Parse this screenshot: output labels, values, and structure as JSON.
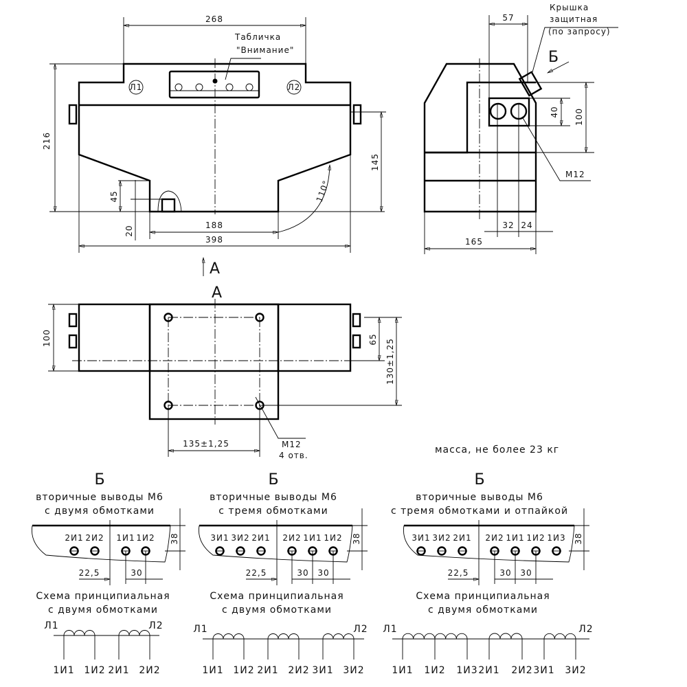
{
  "front_view": {
    "dim_width_top": "268",
    "dim_height": "216",
    "dim_145": "145",
    "dim_45": "45",
    "dim_20": "20",
    "dim_188": "188",
    "dim_398": "398",
    "angle": "110°",
    "plate_label_1": "Табличка",
    "plate_label_2": "\"Внимание\"",
    "terminal_l1": "Л1",
    "terminal_l2": "Л2",
    "view_arrow": "А"
  },
  "side_view": {
    "cover_label_1": "Крышка",
    "cover_label_2": "защитная",
    "cover_label_3": "(по запросу)",
    "view_b": "Б",
    "dim_57": "57",
    "dim_40": "40",
    "dim_100": "100",
    "thread": "М12",
    "dim_32": "32",
    "dim_24": "24",
    "dim_165": "165"
  },
  "top_view": {
    "title": "А",
    "dim_100": "100",
    "dim_65": "65",
    "dim_130": "130±1,25",
    "dim_135": "135±1,25",
    "thread": "М12",
    "holes": "4 отв."
  },
  "mass": "масса, не более 23 кг",
  "variants": [
    {
      "view": "Б",
      "title_1": "вторичные выводы М6",
      "title_2": "с двумя обмотками",
      "left_terminals": [
        "2И1",
        "2И2"
      ],
      "right_terminals": [
        "1И1",
        "1И2"
      ],
      "dim_38": "38",
      "dim_22": "22,5",
      "dim_30a": "30",
      "scheme_1": "Схема принципиальная",
      "scheme_2": "с двумя обмотками",
      "l1": "Л1",
      "l2": "Л2",
      "outputs": [
        "1И1",
        "1И2",
        "2И1",
        "2И2"
      ]
    },
    {
      "view": "Б",
      "title_1": "вторичные выводы М6",
      "title_2": "с тремя обмотками",
      "left_terminals": [
        "3И1",
        "3И2",
        "2И1"
      ],
      "right_terminals": [
        "2И2",
        "1И1",
        "1И2"
      ],
      "dim_38": "38",
      "dim_22": "22,5",
      "dim_30a": "30",
      "dim_30b": "30",
      "scheme_1": "Схема принципиальная",
      "scheme_2": "с двумя обмотками",
      "l1": "Л1",
      "l2": "Л2",
      "outputs": [
        "1И1",
        "1И2",
        "2И1",
        "2И2",
        "3И1",
        "3И2"
      ]
    },
    {
      "view": "Б",
      "title_1": "вторичные выводы М6",
      "title_2": "с тремя обмотками и отпайкой",
      "left_terminals": [
        "3И1",
        "3И2",
        "2И1"
      ],
      "right_terminals": [
        "2И2",
        "1И1",
        "1И2",
        "1И3"
      ],
      "dim_38": "38",
      "dim_22": "22,5",
      "dim_30a": "30",
      "dim_30b": "30",
      "scheme_1": "Схема принципиальная",
      "scheme_2": "с двумя обмотками",
      "l1": "Л1",
      "l2": "Л2",
      "outputs": [
        "1И1",
        "1И2",
        "1И3",
        "2И1",
        "2И2",
        "3И1",
        "3И2"
      ]
    }
  ]
}
